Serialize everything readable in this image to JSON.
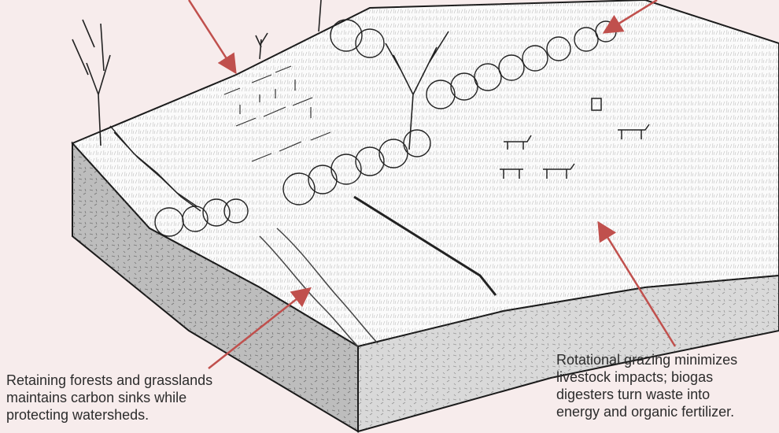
{
  "background_color": "#f7ecec",
  "arrow_color": "#c0504d",
  "captions": {
    "left": {
      "lines": [
        "Retaining forests and grasslands",
        "maintains carbon sinks while",
        "protecting watersheds."
      ]
    },
    "right": {
      "lines": [
        "Rotational grazing minimizes",
        "livestock impacts; biogas",
        "digesters turn waste into",
        "energy and organic fertilizer."
      ]
    }
  }
}
